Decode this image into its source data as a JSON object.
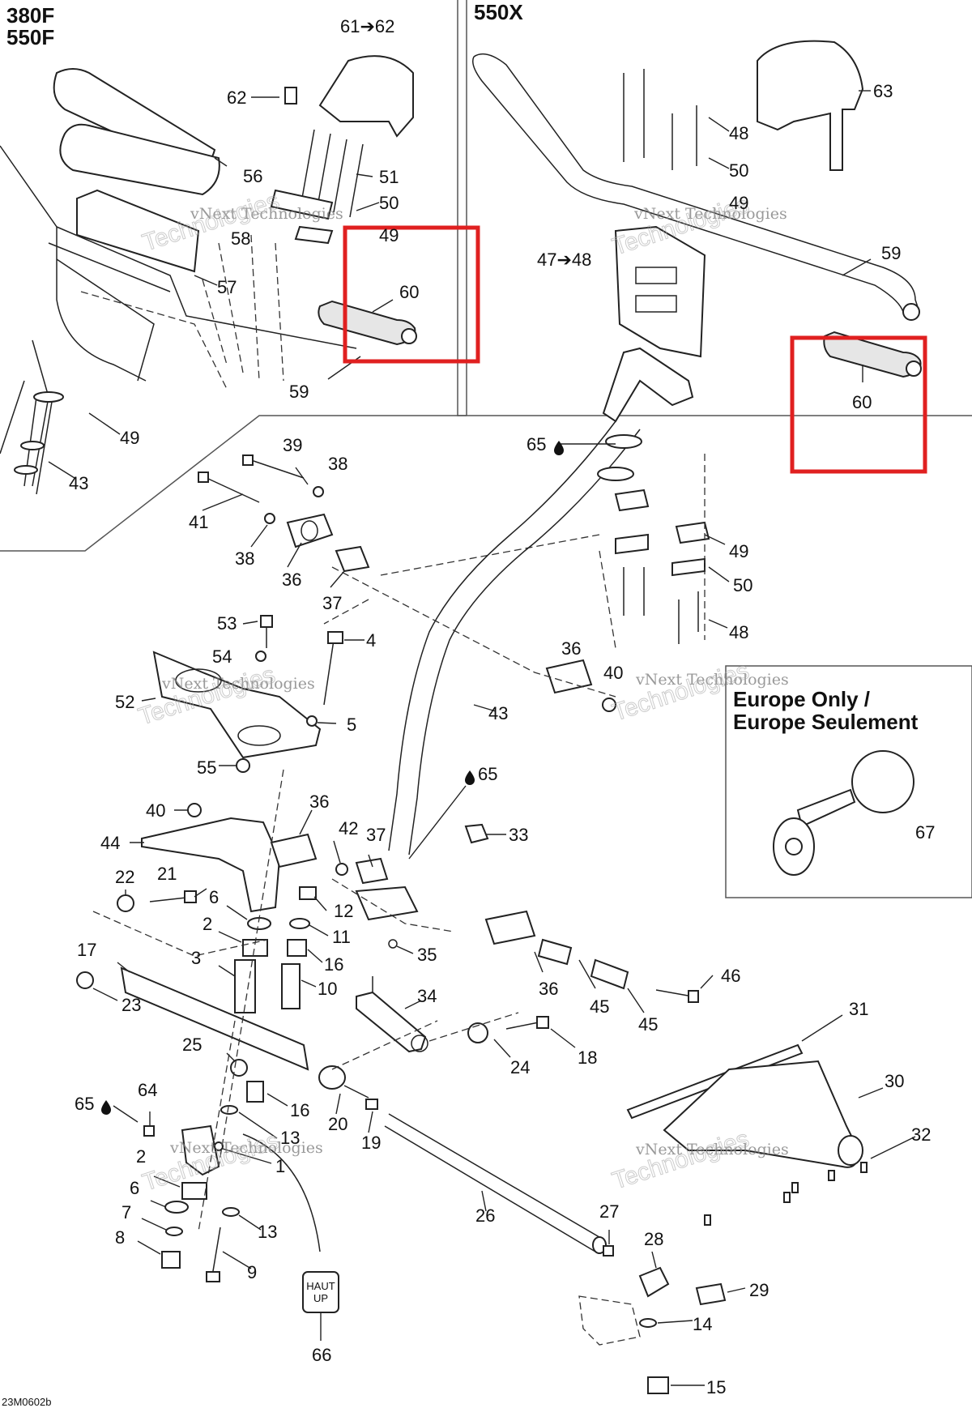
{
  "panels": {
    "left_title_line1": "380F",
    "left_title_line2": "550F",
    "right_title": "550X"
  },
  "europe_box": {
    "line1": "Europe Only /",
    "line2": "Europe Seulement",
    "part": "67"
  },
  "watermark": {
    "line1": "vNext Technologies",
    "line2": "Technologies"
  },
  "up_tag": {
    "line1": "HAUT",
    "line2": "UP"
  },
  "drawing_code": "23M0602b",
  "callouts": {
    "c61_62": "61➔62",
    "c62": "62",
    "c56": "56",
    "c51": "51",
    "c50a": "50",
    "c49a": "49",
    "c58": "58",
    "c57": "57",
    "c60a": "60",
    "c59a": "59",
    "c49b": "49",
    "c43a": "43",
    "c63": "63",
    "c48a": "48",
    "c50b": "50",
    "c49c": "49",
    "c47_48": "47➔48",
    "c59b": "59",
    "c60b": "60",
    "c65a": "65",
    "c39": "39",
    "c38a": "38",
    "c41": "41",
    "c38b": "38",
    "c36a": "36",
    "c37a": "37",
    "c49d": "49",
    "c50c": "50",
    "c48b": "48",
    "c53": "53",
    "c4": "4",
    "c54": "54",
    "c52": "52",
    "c5": "5",
    "c55": "55",
    "c36b": "36",
    "c40a": "40",
    "c43b": "43",
    "c65b": "65",
    "c40b": "40",
    "c36c": "36",
    "c44": "44",
    "c42": "42",
    "c37b": "37",
    "c33": "33",
    "c22": "22",
    "c21": "21",
    "c6a": "6",
    "c12": "12",
    "c2a": "2",
    "c11": "11",
    "c17": "17",
    "c3": "3",
    "c16a": "16",
    "c35": "35",
    "c10": "10",
    "c23": "23",
    "c36d": "36",
    "c45a": "45",
    "c45b": "45",
    "c46": "46",
    "c34": "34",
    "c31": "31",
    "c25": "25",
    "c24": "24",
    "c18": "18",
    "c30": "30",
    "c65c": "65",
    "c64": "64",
    "c16b": "16",
    "c20": "20",
    "c19": "19",
    "c13a": "13",
    "c32": "32",
    "c1": "1",
    "c2b": "2",
    "c6b": "6",
    "c7": "7",
    "c8": "8",
    "c13b": "13",
    "c9": "9",
    "c26": "26",
    "c27": "27",
    "c28": "28",
    "c29": "29",
    "c14": "14",
    "c66": "66",
    "c15": "15"
  },
  "highlight_color": "#e02020"
}
